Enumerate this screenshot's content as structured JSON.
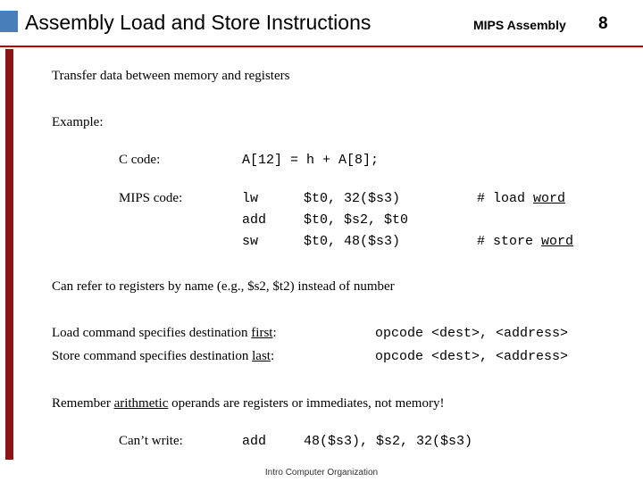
{
  "header": {
    "title": "Assembly Load and Store Instructions",
    "subject": "MIPS Assembly",
    "slide_number": "8",
    "accent_color": "#4a7ebb",
    "rule_color": "#c00000",
    "bar_color": "#8c1616"
  },
  "body": {
    "intro": "Transfer data between memory and registers",
    "example_label": "Example:",
    "c_code_label": "C code:",
    "c_code": "A[12] = h + A[8];",
    "mips_code_label": "MIPS code:",
    "mips_lines": [
      {
        "op": "lw",
        "args": "$t0, 32($s3)",
        "comment_pre": "# load ",
        "comment_underline": "word"
      },
      {
        "op": "add",
        "args": "$t0, $s2, $t0",
        "comment_pre": "",
        "comment_underline": ""
      },
      {
        "op": "sw",
        "args": "$t0, 48($s3)",
        "comment_pre": "# store ",
        "comment_underline": "word"
      }
    ],
    "refer_note": "Can refer to registers by name (e.g., $s2, $t2) instead of number",
    "load_cmd_pre": "Load command specifies destination ",
    "load_cmd_underline": "first",
    "load_cmd_post": ":",
    "store_cmd_pre": "Store command specifies destination ",
    "store_cmd_underline": "last",
    "store_cmd_post": ":",
    "opcode_line_1": "opcode <dest>, <address>",
    "opcode_line_2": "opcode <dest>, <address>",
    "remember_pre": "Remember ",
    "remember_underline": "arithmetic",
    "remember_post": " operands are registers or immediates, not memory!",
    "cant_write_label": "Can’t write:",
    "cant_write_op": "add",
    "cant_write_args": "48($s3), $s2, 32($s3)"
  },
  "footer": {
    "text": "Intro Computer Organization"
  }
}
